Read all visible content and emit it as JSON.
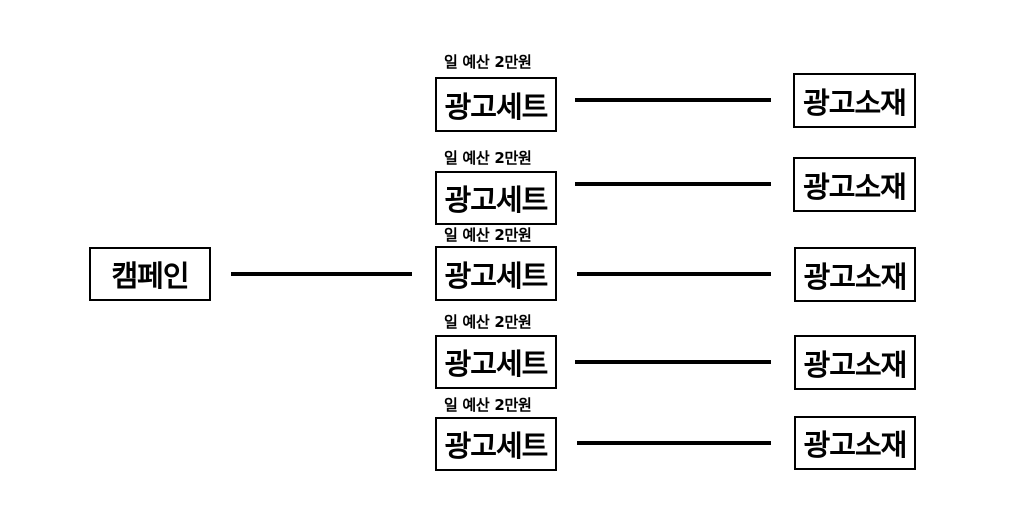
{
  "campaign": {
    "label": "캠페인"
  },
  "rows": [
    {
      "budget": "일 예산 2만원",
      "adset": "광고세트",
      "creative": "광고소재"
    },
    {
      "budget": "일 예산 2만원",
      "adset": "광고세트",
      "creative": "광고소재"
    },
    {
      "budget": "일 예산 2만원",
      "adset": "광고세트",
      "creative": "광고소재"
    },
    {
      "budget": "일 예산 2만원",
      "adset": "광고세트",
      "creative": "광고소재"
    },
    {
      "budget": "일 예산 2만원",
      "adset": "광고세트",
      "creative": "광고소재"
    }
  ]
}
